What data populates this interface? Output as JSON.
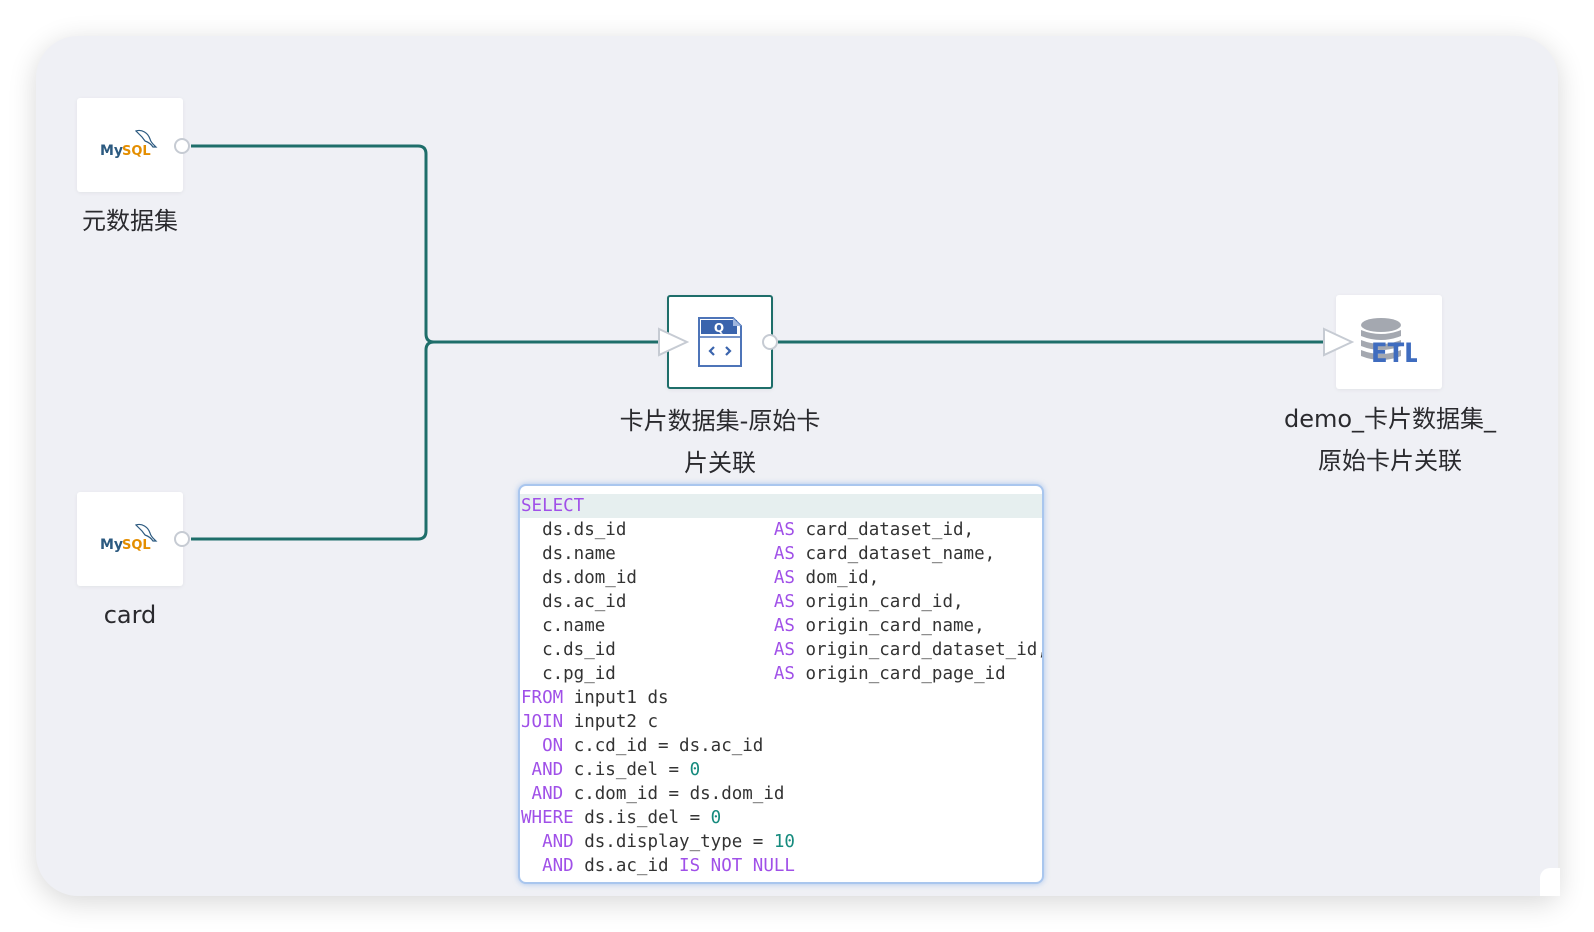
{
  "colors": {
    "edge": "#1e6e6a",
    "canvas_bg": "#eff0f5",
    "keyword": "#a050e8",
    "number": "#168b7e",
    "popup_border": "#a9c6ee"
  },
  "nodes": [
    {
      "id": "src1",
      "type": "mysql",
      "icon": "mysql-logo-icon",
      "logo_text": "MySQL",
      "label_lines": [
        "元数据集"
      ]
    },
    {
      "id": "src2",
      "type": "mysql",
      "icon": "mysql-logo-icon",
      "logo_text": "MySQL",
      "label_lines": [
        "card"
      ]
    },
    {
      "id": "sql",
      "type": "sql-transform",
      "icon": "sql-query-icon",
      "logo_text": "Q",
      "label_lines": [
        "卡片数据集-原始卡",
        "片关联"
      ]
    },
    {
      "id": "out",
      "type": "etl-output",
      "icon": "etl-database-icon",
      "logo_text": "ETL",
      "label_lines": [
        "demo_卡片数据集_",
        "原始卡片关联"
      ]
    }
  ],
  "sql_popup": {
    "lines": [
      [
        {
          "t": "SELECT",
          "c": "kw"
        }
      ],
      [
        {
          "t": "  ds.ds_id              "
        },
        {
          "t": "AS",
          "c": "kw"
        },
        {
          "t": " card_dataset_id,"
        }
      ],
      [
        {
          "t": "  ds.name               "
        },
        {
          "t": "AS",
          "c": "kw"
        },
        {
          "t": " card_dataset_name,"
        }
      ],
      [
        {
          "t": "  ds.dom_id             "
        },
        {
          "t": "AS",
          "c": "kw"
        },
        {
          "t": " dom_id,"
        }
      ],
      [
        {
          "t": "  ds.ac_id              "
        },
        {
          "t": "AS",
          "c": "kw"
        },
        {
          "t": " origin_card_id,"
        }
      ],
      [
        {
          "t": "  c.name                "
        },
        {
          "t": "AS",
          "c": "kw"
        },
        {
          "t": " origin_card_name,"
        }
      ],
      [
        {
          "t": "  c.ds_id               "
        },
        {
          "t": "AS",
          "c": "kw"
        },
        {
          "t": " origin_card_dataset_id,"
        }
      ],
      [
        {
          "t": "  c.pg_id               "
        },
        {
          "t": "AS",
          "c": "kw"
        },
        {
          "t": " origin_card_page_id"
        }
      ],
      [
        {
          "t": "FROM",
          "c": "kw"
        },
        {
          "t": " input1 ds"
        }
      ],
      [
        {
          "t": "JOIN",
          "c": "kw"
        },
        {
          "t": " input2 c"
        }
      ],
      [
        {
          "t": "  "
        },
        {
          "t": "ON",
          "c": "kw"
        },
        {
          "t": " c.cd_id = ds.ac_id"
        }
      ],
      [
        {
          "t": " "
        },
        {
          "t": "AND",
          "c": "kw"
        },
        {
          "t": " c.is_del = "
        },
        {
          "t": "0",
          "c": "num"
        }
      ],
      [
        {
          "t": " "
        },
        {
          "t": "AND",
          "c": "kw"
        },
        {
          "t": " c.dom_id = ds.dom_id"
        }
      ],
      [
        {
          "t": "WHERE",
          "c": "kw"
        },
        {
          "t": " ds.is_del = "
        },
        {
          "t": "0",
          "c": "num"
        }
      ],
      [
        {
          "t": "  "
        },
        {
          "t": "AND",
          "c": "kw"
        },
        {
          "t": " ds.display_type = "
        },
        {
          "t": "10",
          "c": "num"
        }
      ],
      [
        {
          "t": "  "
        },
        {
          "t": "AND",
          "c": "kw"
        },
        {
          "t": " ds.ac_id "
        },
        {
          "t": "IS NOT NULL",
          "c": "kw"
        }
      ]
    ]
  }
}
